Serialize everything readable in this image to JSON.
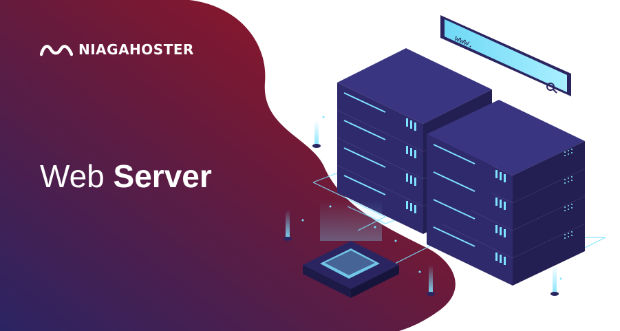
{
  "brand": {
    "name": "NIAGAHOSTER",
    "logo_icon": "niagahoster-wave-logo-icon"
  },
  "headline": {
    "light_word": "Web",
    "bold_word": "Server"
  },
  "illustration": {
    "address_bar_text": "www.",
    "search_icon": "magnifier-icon",
    "server_rack_icon": "server-rack-icon",
    "browser_window_icon": "browser-window-icon"
  },
  "colors": {
    "gradient_start": "#2b2463",
    "gradient_end": "#a5141f",
    "server_top": "#3a3580",
    "server_side": "#2a2560",
    "server_front": "#231f52",
    "glow": "#7fe3ff"
  }
}
